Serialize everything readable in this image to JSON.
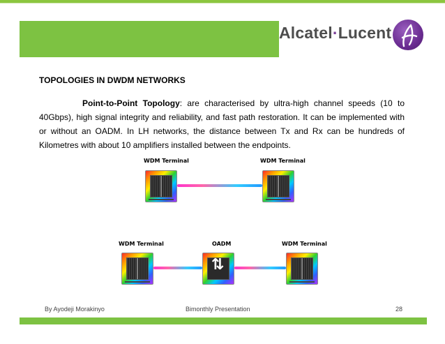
{
  "brand": {
    "logo_left": "Alcatel",
    "logo_dot": "·",
    "logo_right": "Lucent"
  },
  "slide": {
    "title": "TOPOLOGIES IN DWDM NETWORKS",
    "paragraph_bold": "Point-to-Point Topology",
    "paragraph_rest": ": are characterised by ultra-high channel speeds (10 to 40Gbps), high signal integrity and reliability, and fast path restoration. It can be implemented with or without an OADM. In LH networks, the distance between Tx and Rx can be hundreds of Kilometres with about 10 amplifiers installed between the endpoints."
  },
  "diagram": {
    "top_left_label": "WDM Terminal",
    "top_right_label": "WDM Terminal",
    "bottom_left_label": "WDM Terminal",
    "bottom_mid_label": "OADM",
    "bottom_right_label": "WDM Terminal"
  },
  "footer": {
    "author": "By Ayodeji Morakinyo",
    "center": "Bimonthly Presentation",
    "page": "28"
  },
  "colors": {
    "accent_green": "#7dc242",
    "brand_purple": "#6a2c91"
  }
}
